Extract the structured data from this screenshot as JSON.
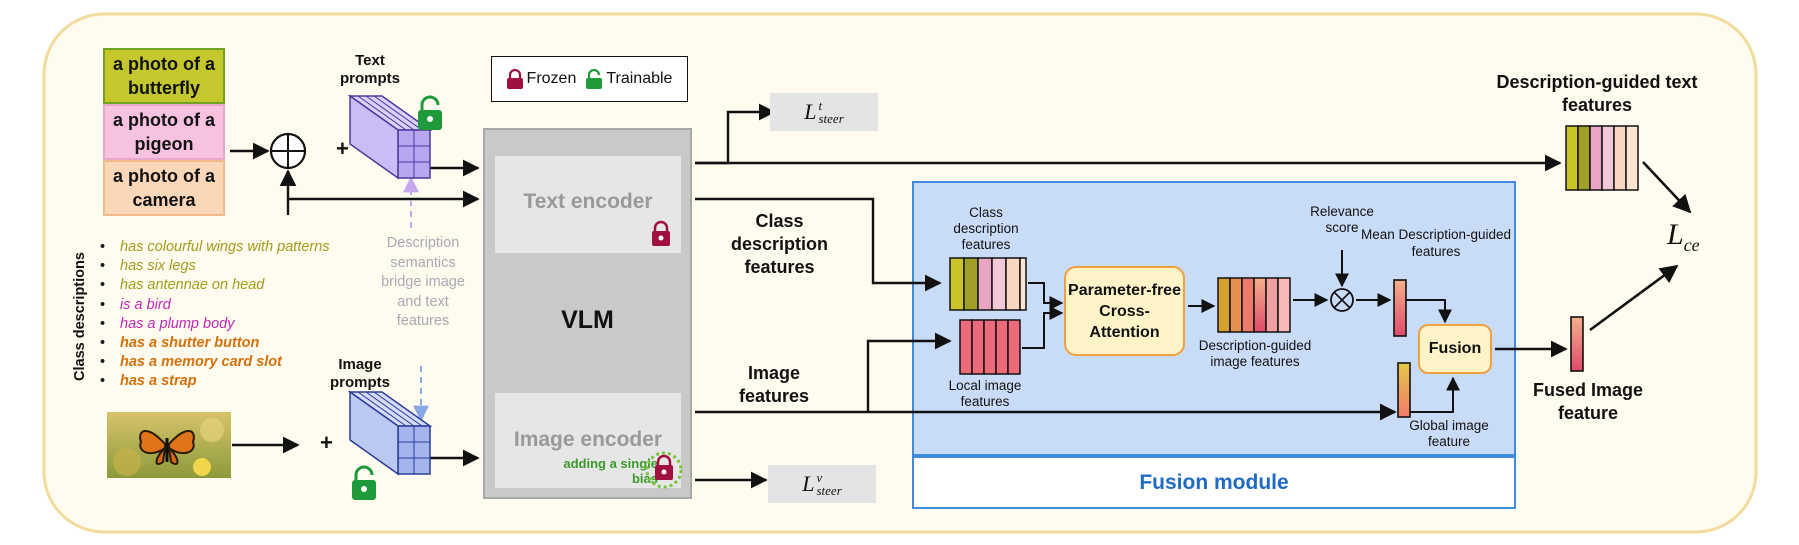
{
  "class_prompts": [
    "a photo of a butterfly",
    "a photo of a pigeon",
    "a photo of a camera"
  ],
  "class_descriptions_label": "Class descriptions",
  "descriptions": [
    {
      "text": "has colourful wings with patterns",
      "color": "#a39a1c",
      "bold": false
    },
    {
      "text": "has six legs",
      "color": "#a39a1c",
      "bold": false
    },
    {
      "text": "has antennae on head",
      "color": "#a39a1c",
      "bold": false
    },
    {
      "text": "is a bird",
      "color": "#c028b4",
      "bold": false
    },
    {
      "text": "has a plump body",
      "color": "#c028b4",
      "bold": false
    },
    {
      "text": "has a shutter button",
      "color": "#d4700e",
      "bold": true
    },
    {
      "text": "has a memory card slot",
      "color": "#d4700e",
      "bold": true
    },
    {
      "text": "has a strap",
      "color": "#d4700e",
      "bold": true
    }
  ],
  "legend": {
    "frozen": "Frozen",
    "trainable": "Trainable"
  },
  "text_prompts_label": "Text prompts",
  "image_prompts_label": "Image prompts",
  "plus_sign": "+",
  "bridge_note": "Description semantics bridge image and text features",
  "vlm": {
    "title": "VLM",
    "text_encoder": "Text encoder",
    "image_encoder": "Image encoder",
    "bias_note": "adding a single bias"
  },
  "steer_text": {
    "base": "L",
    "sup": "t",
    "sub": "steer"
  },
  "steer_image": {
    "base": "L",
    "sup": "v",
    "sub": "steer"
  },
  "class_desc_features_label": "Class description features",
  "image_features_label": "Image features",
  "fusion_module": {
    "title": "Fusion module",
    "class_desc_feat": "Class description features",
    "local_img_feat": "Local image features",
    "pfca": "Parameter-free Cross-Attention",
    "desc_guided_img": "Description-guided image features",
    "relevance": "Relevance score",
    "mean_desc": "Mean Description-guided features",
    "fusion": "Fusion",
    "global_img": "Global image feature"
  },
  "desc_guided_text_label": "Description-guided text features",
  "fused_image_label": "Fused Image feature",
  "loss": {
    "base": "L",
    "sub": "ce"
  },
  "colors": {
    "frozen": "#a01040",
    "trainable": "#1e9a3a",
    "fusion_border": "#3f8be0",
    "fusion_bg": "#c8dcf8"
  }
}
